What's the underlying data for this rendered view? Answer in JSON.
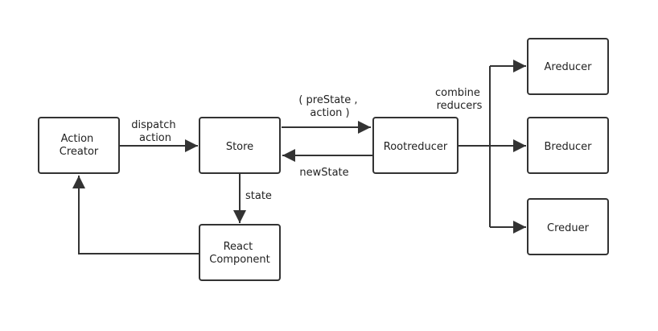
{
  "diagram": {
    "nodes": {
      "action_creator": [
        "Action",
        "Creator"
      ],
      "store": [
        "Store"
      ],
      "root_reducer": [
        "Rootreducer"
      ],
      "a_reducer": [
        "Areducer"
      ],
      "b_reducer": [
        "Breducer"
      ],
      "c_reducer": [
        "Creduer"
      ],
      "react_component": [
        "React",
        "Component"
      ]
    },
    "edge_labels": {
      "dispatch": [
        "dispatch",
        "action"
      ],
      "store_to_root": [
        "( preState ,",
        "action )"
      ],
      "root_to_store": [
        "newState"
      ],
      "store_to_component": [
        "state"
      ],
      "combine": [
        "combine",
        "reducers"
      ]
    },
    "colors": {
      "stroke": "#333333",
      "text": "#222222",
      "background": "#ffffff"
    }
  }
}
